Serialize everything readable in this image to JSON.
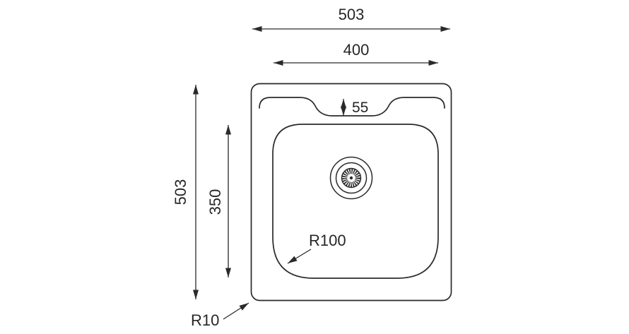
{
  "diagram": {
    "type": "dimensioned technical drawing of inset kitchen sink (top view)",
    "colors": {
      "background": "#ffffff",
      "line": "#2a2a2a",
      "text": "#262626"
    },
    "labels": {
      "overall_width": "503",
      "overall_depth": "503",
      "bowl_width": "400",
      "bowl_depth": "350",
      "ledge_recess": "55",
      "bowl_radius": "R100",
      "corner_radius": "R10"
    }
  }
}
